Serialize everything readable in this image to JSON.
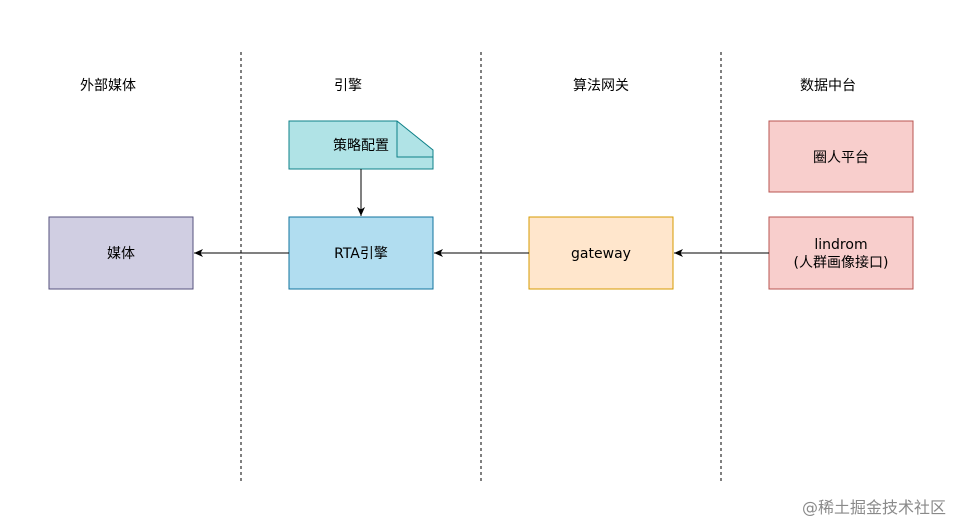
{
  "lanes": [
    {
      "title": "外部媒体"
    },
    {
      "title": "引擎"
    },
    {
      "title": "算法网关"
    },
    {
      "title": "数据中台"
    }
  ],
  "nodes": {
    "strategy_config": {
      "label": "策略配置",
      "fill": "#b0e3e6",
      "stroke": "#0e8088"
    },
    "media": {
      "label": "媒体",
      "fill": "#d0cee2",
      "stroke": "#56517e"
    },
    "rta_engine": {
      "label": "RTA引擎",
      "fill": "#b1ddf0",
      "stroke": "#10739e"
    },
    "gateway": {
      "label": "gateway",
      "fill": "#ffe6cc",
      "stroke": "#d79b00"
    },
    "crowd_platform": {
      "label": "圈人平台",
      "fill": "#f8cecc",
      "stroke": "#b85450"
    },
    "lindrom": {
      "label_line1": "lindrom",
      "label_line2": "(人群画像接口)",
      "fill": "#f8cecc",
      "stroke": "#b85450"
    }
  },
  "edges": [
    {
      "from": "strategy_config",
      "to": "rta_engine"
    },
    {
      "from": "rta_engine",
      "to": "media"
    },
    {
      "from": "gateway",
      "to": "rta_engine"
    },
    {
      "from": "lindrom",
      "to": "gateway"
    }
  ],
  "watermark": "@稀土掘金技术社区"
}
